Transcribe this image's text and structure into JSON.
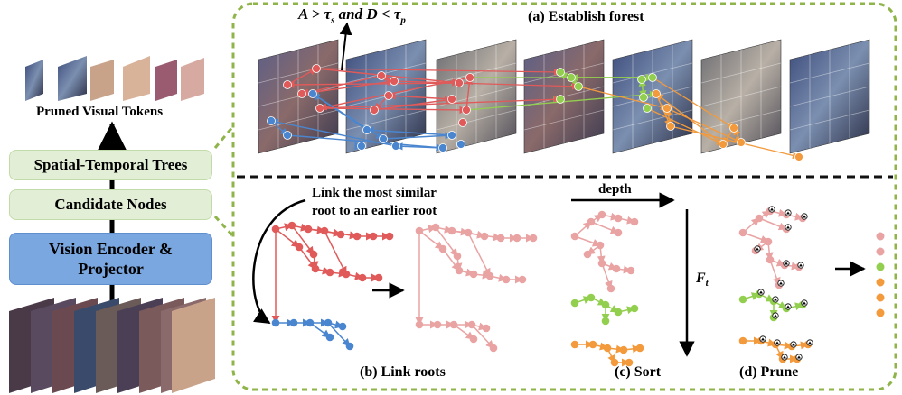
{
  "left_panel": {
    "pruned_label": "Pruned Visual Tokens",
    "box_trees": "Spatial-Temporal Trees",
    "box_candidates": "Candidate Nodes",
    "box_encoder_line1": "Vision Encoder &",
    "box_encoder_line2": "Projector"
  },
  "top_panel": {
    "title": "(a) Establish forest",
    "condition": "A > τs and D < τp",
    "frame_count": 7
  },
  "bottom_panel": {
    "link_note_line1": "Link the most similar",
    "link_note_line2": "root to an earlier root",
    "caption_b": "(b) Link roots",
    "caption_c": "(c) Sort",
    "caption_d": "(d) Prune",
    "depth_label": "depth",
    "ft_label": "F_t"
  },
  "colors": {
    "dash_border": "#8fb54a",
    "red_tree": "#e05a5a",
    "blue_tree": "#4a86cf",
    "pink_tree": "#e9a3a3",
    "green_tree": "#93cf4e",
    "orange_tree": "#f39a3c",
    "encoder_box": "#7ba7e0",
    "tree_box": "#e2efd6"
  }
}
